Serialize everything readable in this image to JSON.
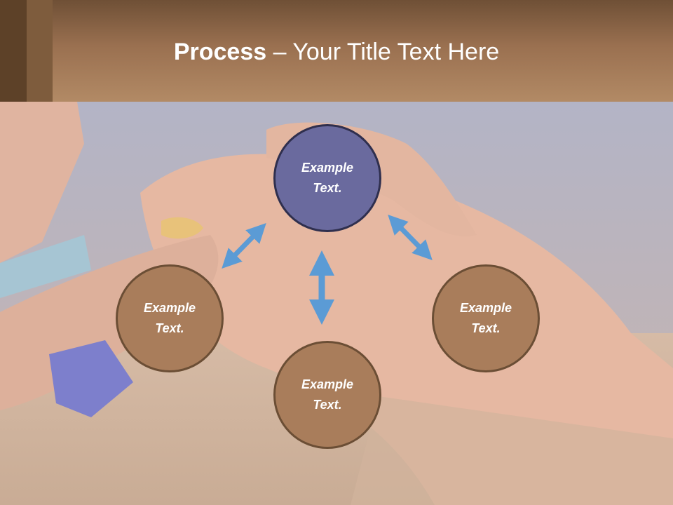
{
  "slide": {
    "title_bold": "Process",
    "title_rest": " – Your Title Text Here"
  },
  "diagram": {
    "nodes": [
      {
        "label_line1": "Example",
        "label_line2": "Text."
      },
      {
        "label_line1": "Example",
        "label_line2": "Text."
      },
      {
        "label_line1": "Example",
        "label_line2": "Text."
      },
      {
        "label_line1": "Example",
        "label_line2": "Text."
      }
    ],
    "colors": {
      "center_node": "#6a6a9e",
      "outer_node": "#a97d5b",
      "arrow": "#5b9bd5",
      "header": "#9a7050"
    }
  }
}
